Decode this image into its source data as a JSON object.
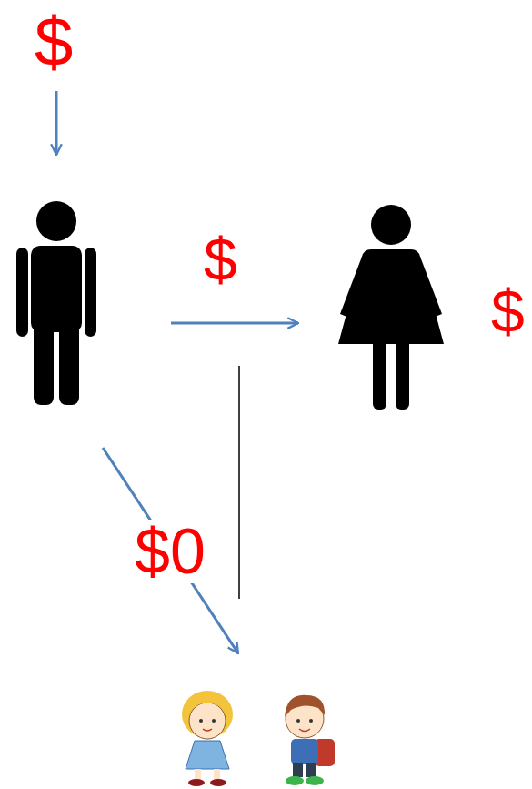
{
  "diagram": {
    "nodes": [
      {
        "text": [
          "$"
        ]
      },
      {
        "text": [
          "$"
        ]
      },
      {
        "text": []
      }
    ],
    "edges": [
      {
        "from": 0,
        "to": 1,
        "label": "$",
        "arrow": "to"
      },
      {
        "from": 0,
        "to": 2,
        "label": "$0",
        "arrow": "to"
      }
    ]
  }
}
